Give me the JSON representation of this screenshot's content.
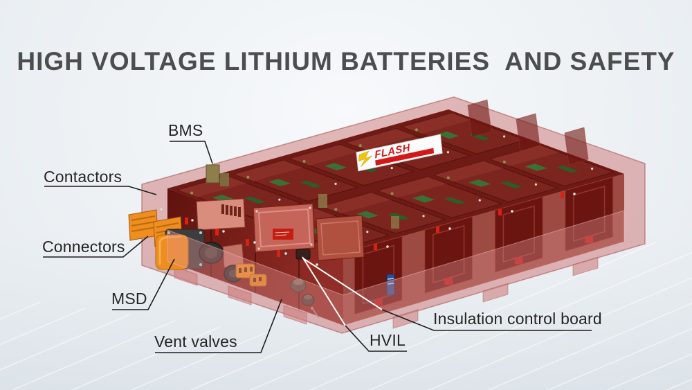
{
  "title": "HIGH VOLTAGE LITHIUM BATTERIES  AND SAFETY",
  "labels": {
    "bms": "BMS",
    "contactors": "Contactors",
    "connectors": "Connectors",
    "msd": "MSD",
    "vent_valves": "Vent valves",
    "hvil": "HVIL",
    "insulation": "Insulation control board"
  },
  "logo": {
    "brand": "FLASH"
  },
  "colors": {
    "background": "#eef2f5",
    "title_text": "#4b4d4e",
    "label_text": "#242424",
    "leader_line_dark": "#1c1c1c",
    "leader_line_light": "#ffffff",
    "casing_pink": "#cb7474",
    "pack_dark_red": "#7c241e",
    "module_red": "#8a2823",
    "accent_orange": "#ef8d1e",
    "pcb_green": "#3c6f35",
    "clip_red": "#d92114",
    "logo_red": "#d41818",
    "logo_yellow": "#f2c410"
  }
}
